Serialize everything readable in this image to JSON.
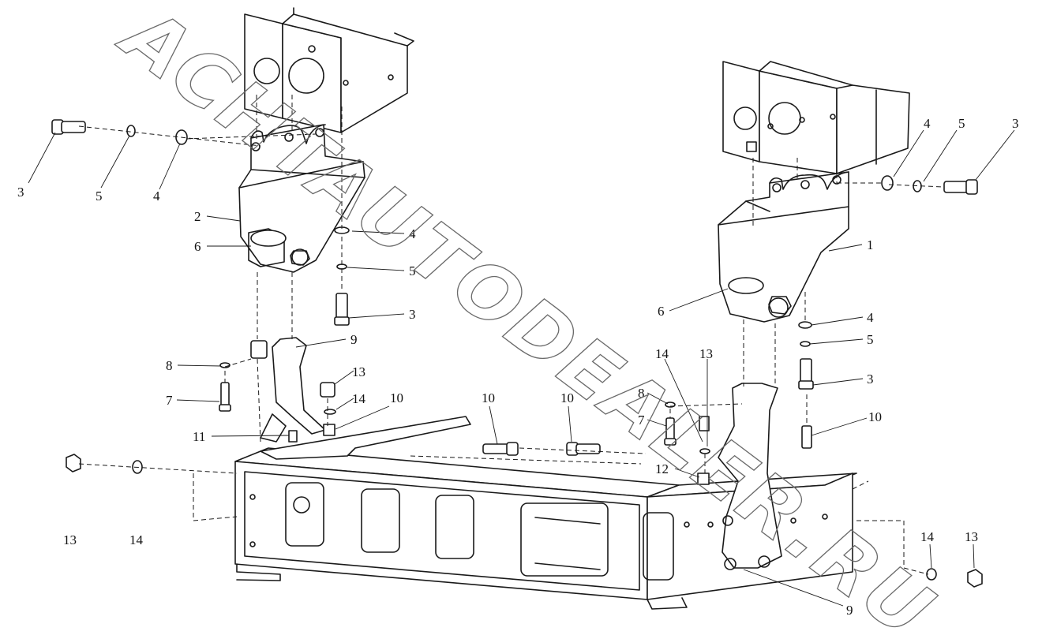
{
  "watermark": "ACHTAUTODEALER.RU",
  "callouts": {
    "c3_left": "3",
    "c5_left": "5",
    "c4_left": "4",
    "c2": "2",
    "c6_left": "6",
    "c4_mid": "4",
    "c5_mid": "5",
    "c3_mid": "3",
    "c9_top": "9",
    "c8_left": "8",
    "c13_left": "13",
    "c7_left": "7",
    "c14_left": "14",
    "c10_a": "10",
    "c11": "11",
    "c10_b": "10",
    "c10_c": "10",
    "c13_bl": "13",
    "c14_bl": "14",
    "c4_right": "4",
    "c5_right": "5",
    "c3_right": "3",
    "c1": "1",
    "c6_right": "6",
    "c4_r2": "4",
    "c5_r2": "5",
    "c3_r2": "3",
    "c14_r": "14",
    "c13_r": "13",
    "c8_r": "8",
    "c7_r": "7",
    "c10_r": "10",
    "c12": "12",
    "c14_br": "14",
    "c13_br": "13",
    "c9_bottom": "9"
  },
  "colors": {
    "line": "#1a1a1a",
    "watermark_stroke": "#6a6a6a",
    "background": "#ffffff"
  }
}
